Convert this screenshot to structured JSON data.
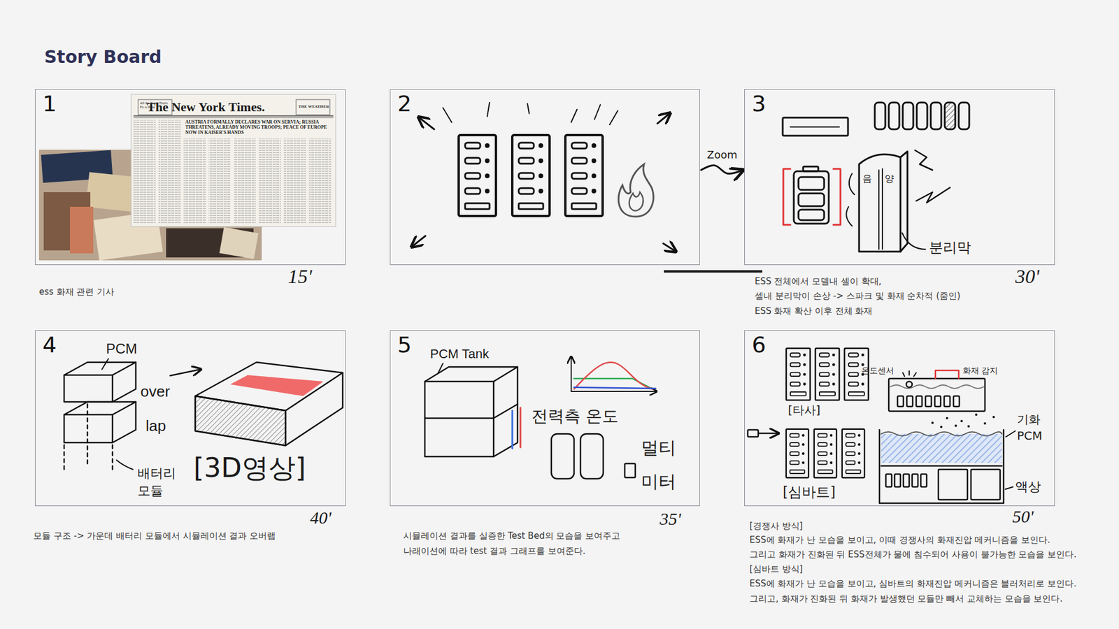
{
  "diagram": {
    "title": "Story Board",
    "nodes": [
      {
        "text": [
          "1"
        ]
      },
      {
        "text": [
          "2"
        ]
      },
      {
        "text": [
          "3"
        ]
      },
      {
        "text": [
          "4"
        ]
      },
      {
        "text": [
          "5"
        ]
      },
      {
        "text": [
          "6"
        ]
      }
    ],
    "edges": [
      {
        "from": 1,
        "to": 2,
        "arrow": "to",
        "label": "Zoom"
      }
    ],
    "labels": [
      "All the News That's Fit to Print.",
      "The New York Times.",
      "THE WEATHER",
      "AUSTRIA FORMALLY DECLARES WAR ON SERVIA; RUSSIA THREATENS, ALREADY MOVING TROOPS; PEACE OF EUROPE NOW IN KAISER'S HANDS",
      "15'",
      "ess 화재 관련 기사",
      "음",
      "양",
      "분리막",
      "30'",
      "ESS 전체에서 모델내 셀이 확대,",
      "셀내 분리막이 손상 -> 스파크 및 화재 순차적 (줌인)",
      "ESS 화재 확산 이후 전체 화재",
      "PCM",
      "over",
      "lap",
      "배터리 모듈",
      "[3D영상]",
      "40'",
      "모듈 구조 -> 가운데 배터리 모듈에서 시뮬레이션 결과 오버랩",
      "PCM Tank",
      "전력측 온도",
      "멀티 미터",
      "35'",
      "시뮬레이션 결과를 실증한 Test Bed의 모습을 보여주고",
      "나래이션에 따라 test 결과 그래프를 보여준다.",
      "[타사]",
      "온도센서",
      "화재 감지",
      "기화 PCM",
      "[심바트]",
      "액상",
      "50'",
      "[경쟁사 방식]",
      "ESS에 화재가 난 모습을 보이고, 이때 경쟁사의 화재진압 메커니즘을 보인다.",
      "그리고 화재가 진화된 뒤 ESS전체가 물에 침수되어 사용이 불가능한 모습을 보인다.",
      "[심바트 방식]",
      "ESS에 화재가 난 모습을 보이고, 심바트의 화재진압 메커니즘은 블러처리로 보인다.",
      "그리고, 화재가 진화된 뒤 화재가 발생했던 모듈만 빼서 교체하는 모습을 보인다."
    ]
  }
}
